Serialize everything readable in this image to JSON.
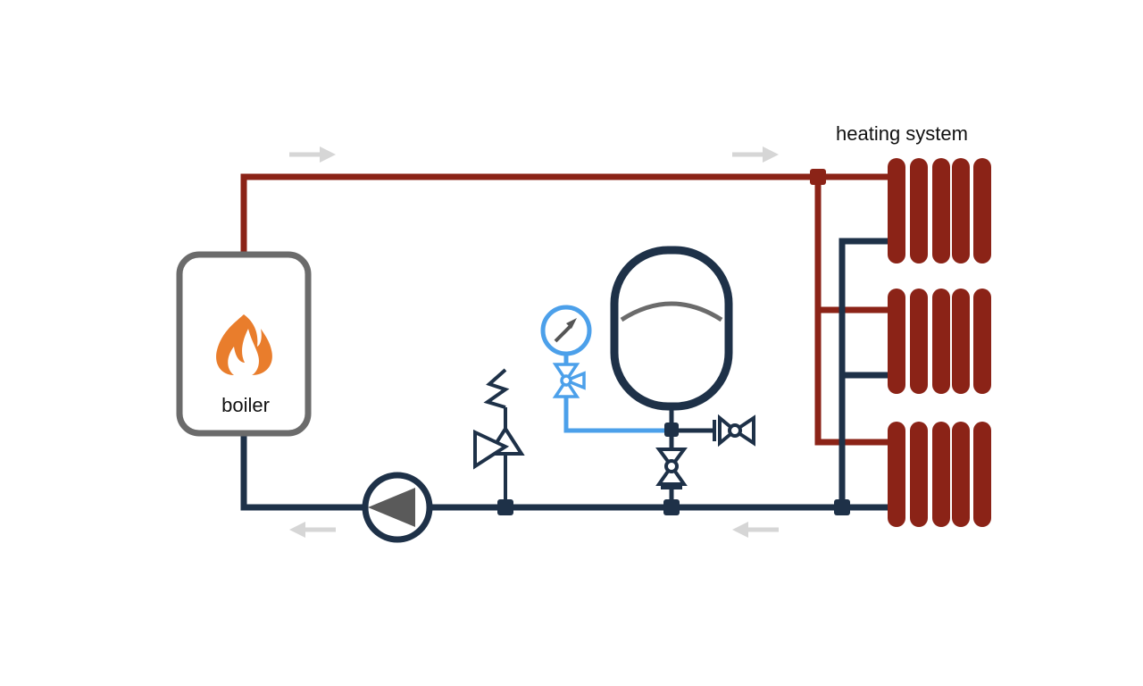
{
  "labels": {
    "heating_system": "heating system",
    "boiler": "boiler"
  },
  "colors": {
    "supply_pipe": "#8b2317",
    "return_pipe": "#1e3148",
    "radiator": "#8b2317",
    "boiler_frame": "#6b6b6b",
    "flame": "#e97d2c",
    "gauge_line": "#4ca0ea",
    "flow_arrow": "#d6d6d6",
    "tank_membrane": "#6b6b6b",
    "pump_triangle": "#5a5a5a"
  },
  "icons": {
    "boiler_flame": "flame-icon",
    "pump": "circulation-pump-icon",
    "safety_valve": "safety-relief-valve-icon",
    "pressure_gauge": "pressure-gauge-icon",
    "expansion_tank": "expansion-vessel-icon",
    "valves": "gate-valve-icon"
  },
  "components": {
    "radiator_count": 3,
    "sections_per_radiator": 5
  }
}
